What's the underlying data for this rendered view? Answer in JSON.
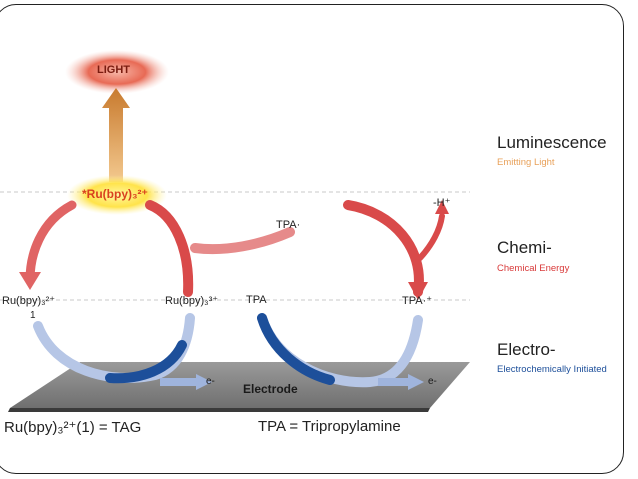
{
  "stages": [
    {
      "title": "Luminescence",
      "subtitle": "Emitting Light",
      "color": "#e8a15a"
    },
    {
      "title": "Chemi-",
      "subtitle": "Chemical Energy",
      "color": "#d93a3a"
    },
    {
      "title": "Electro-",
      "subtitle": "Electrochemically Initiated",
      "color": "#1d4f9a"
    }
  ],
  "diagram": {
    "light": "LIGHT",
    "excited_species": "*Ru(bpy)₃²⁺",
    "ru2": "Ru(bpy)₃²⁺",
    "ru2_index": "1",
    "ru3": "Ru(bpy)₃³⁺",
    "tpa_radical": "TPA·",
    "tpa": "TPA",
    "tpa_cation": "TPA·⁺",
    "proton_loss": "-H⁺",
    "electrode": "Electrode",
    "electron_left": "e-",
    "electron_right": "e-"
  },
  "captions": {
    "tag": "Ru(bpy)₃²⁺(1) =  TAG",
    "tpa": "TPA = Tripropylamine"
  },
  "colors": {
    "light_glow": "#e05a45",
    "orange": "#e8a15a",
    "red": "#d93a3a",
    "blue": "#1d4f9a",
    "electrode": "#8e8e8e"
  }
}
